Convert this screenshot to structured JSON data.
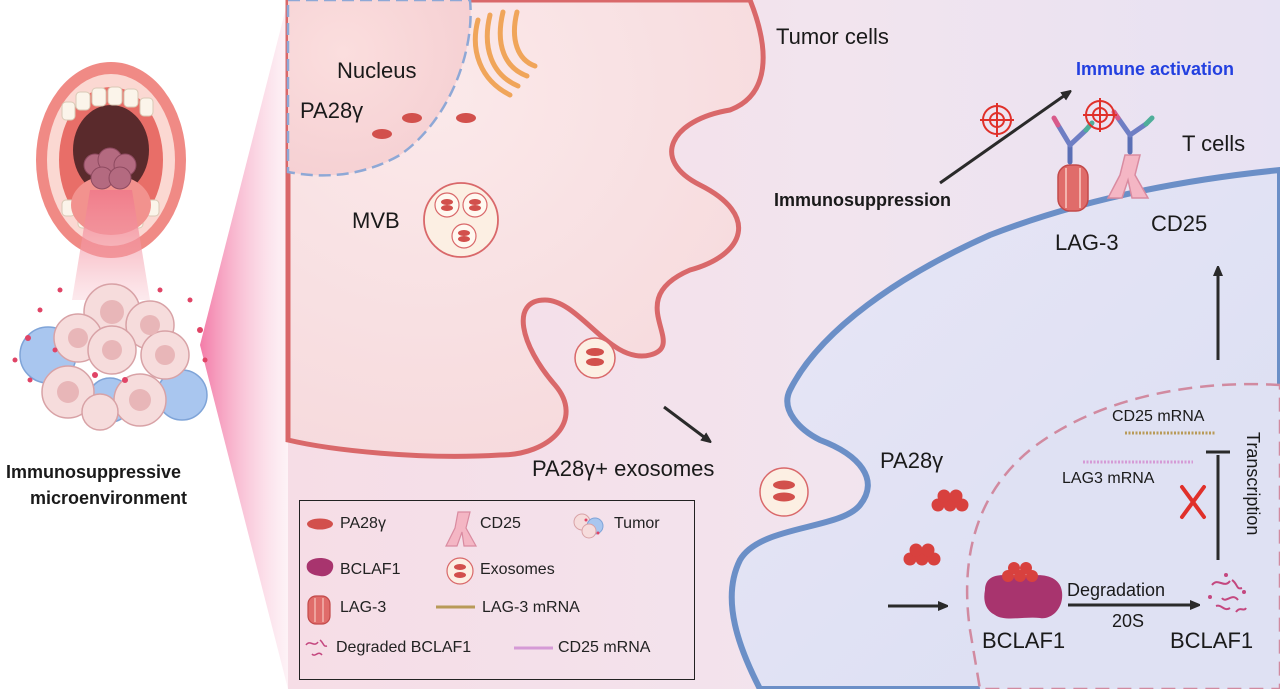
{
  "labels": {
    "nucleus": "Nucleus",
    "pa28_tumor": "PA28γ",
    "mvb": "MVB",
    "tumor_cells": "Tumor cells",
    "immune_activation": "Immune activation",
    "t_cells": "T cells",
    "immunosuppression": "Immunosuppression",
    "lag3": "LAG-3",
    "cd25": "CD25",
    "exosomes": "PA28γ+ exosomes",
    "pa28_tcell": "PA28γ",
    "cd25_mrna": "CD25 mRNA",
    "lag3_mrna": "LAG3 mRNA",
    "transcription": "Transcription",
    "degradation": "Degradation",
    "s20": "20S",
    "bclaf1_left": "BCLAF1",
    "bclaf1_right": "BCLAF1",
    "microenv_line1": "Immunosuppressive",
    "microenv_line2": "microenvironment"
  },
  "legend": {
    "pa28": "PA28γ",
    "cd25": "CD25",
    "tumor": "Tumor",
    "bclaf1": "BCLAF1",
    "exosomes": "Exosomes",
    "lag3": "LAG-3",
    "lag3_mrna": "LAG-3 mRNA",
    "degraded": "Degraded BCLAF1",
    "cd25_mrna": "CD25 mRNA"
  },
  "colors": {
    "tumor_membrane": "#d9686a",
    "tcell_membrane": "#6b8fc7",
    "pa28": "#d2504c",
    "bclaf1": "#a8346e",
    "immune_activation_text": "#2340e0",
    "inhibit_cross": "#e0302a",
    "lag3_mrna": "#b89a58",
    "cd25_mrna": "#d59ad6"
  }
}
